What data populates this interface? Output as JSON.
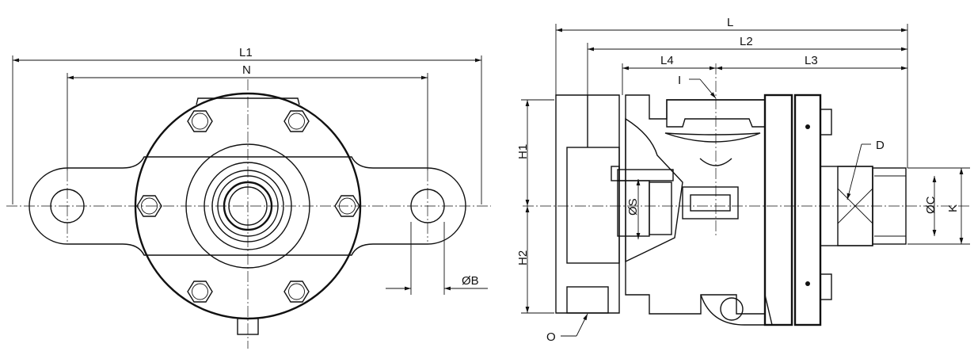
{
  "labels": {
    "L1": "L1",
    "N": "N",
    "B": "ØB",
    "L": "L",
    "L2": "L2",
    "L4": "L4",
    "L3": "L3",
    "I": "I",
    "D": "D",
    "H1": "H1",
    "H2": "H2",
    "S": "ØS",
    "C": "ØC",
    "K": "K",
    "O": "O"
  }
}
